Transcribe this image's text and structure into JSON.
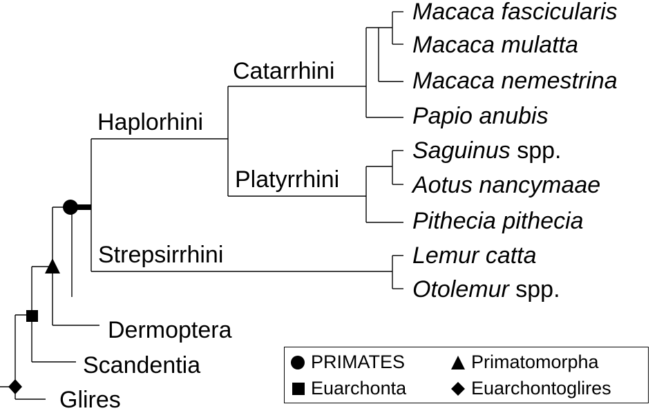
{
  "clades": {
    "haplorhini": "Haplorhini",
    "catarrhini": "Catarrhini",
    "platyrrhini": "Platyrrhini",
    "strepsirrhini": "Strepsirrhini",
    "dermoptera": "Dermoptera",
    "scandentia": "Scandentia",
    "glires": "Glires"
  },
  "taxa": [
    {
      "genus_species": "Macaca fascicularis",
      "suffix": ""
    },
    {
      "genus_species": "Macaca mulatta",
      "suffix": ""
    },
    {
      "genus_species": "Macaca nemestrina",
      "suffix": ""
    },
    {
      "genus_species": "Papio anubis",
      "suffix": ""
    },
    {
      "genus_species": "Saguinus",
      "suffix": " spp."
    },
    {
      "genus_species": "Aotus nancymaae",
      "suffix": ""
    },
    {
      "genus_species": "Pithecia pithecia",
      "suffix": ""
    },
    {
      "genus_species": "Lemur catta",
      "suffix": ""
    },
    {
      "genus_species": "Otolemur",
      "suffix": " spp."
    }
  ],
  "legend": {
    "primates": {
      "label": "PRIMATES",
      "icon": "circle-icon"
    },
    "primatomorpha": {
      "label": "Primatomorpha",
      "icon": "triangle-icon"
    },
    "euarchonta": {
      "label": "Euarchonta",
      "icon": "square-icon"
    },
    "euarchontoglires": {
      "label": "Euarchontoglires",
      "icon": "diamond-icon"
    }
  }
}
